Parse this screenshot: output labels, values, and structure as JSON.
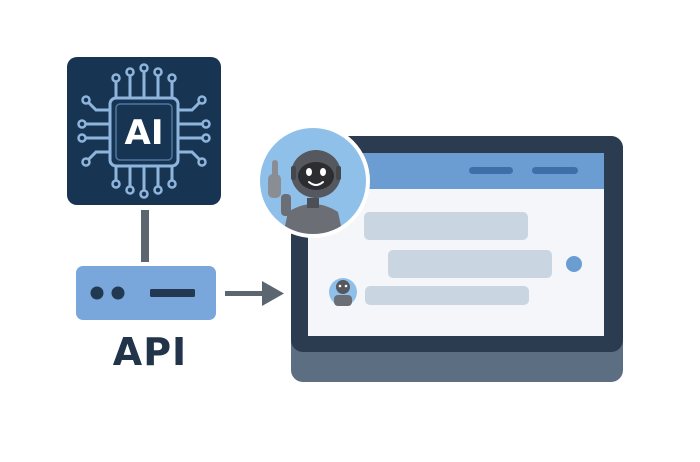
{
  "ai_chip": {
    "label": "AI",
    "icon": "ai-circuit-chip-icon",
    "bg_color": "#173552",
    "trace_color": "#8fb5dd"
  },
  "api_server": {
    "label": "API",
    "icon": "server-box-icon",
    "body_color": "#7aa7db"
  },
  "arrow": {
    "icon": "arrow-right-icon",
    "color": "#5b6670"
  },
  "chat_window": {
    "frame_color": "#2b3b50",
    "base_color": "#5b6e82",
    "header_color": "#6b9dd3",
    "bubble_color": "#c9d6e2",
    "messages": [
      {
        "side": "left",
        "sender": "bot"
      },
      {
        "side": "right",
        "sender": "user"
      },
      {
        "side": "left",
        "sender": "bot"
      }
    ]
  },
  "bot_avatar": {
    "icon": "robot-avatar-icon",
    "bg_color": "#8fc0ea"
  }
}
